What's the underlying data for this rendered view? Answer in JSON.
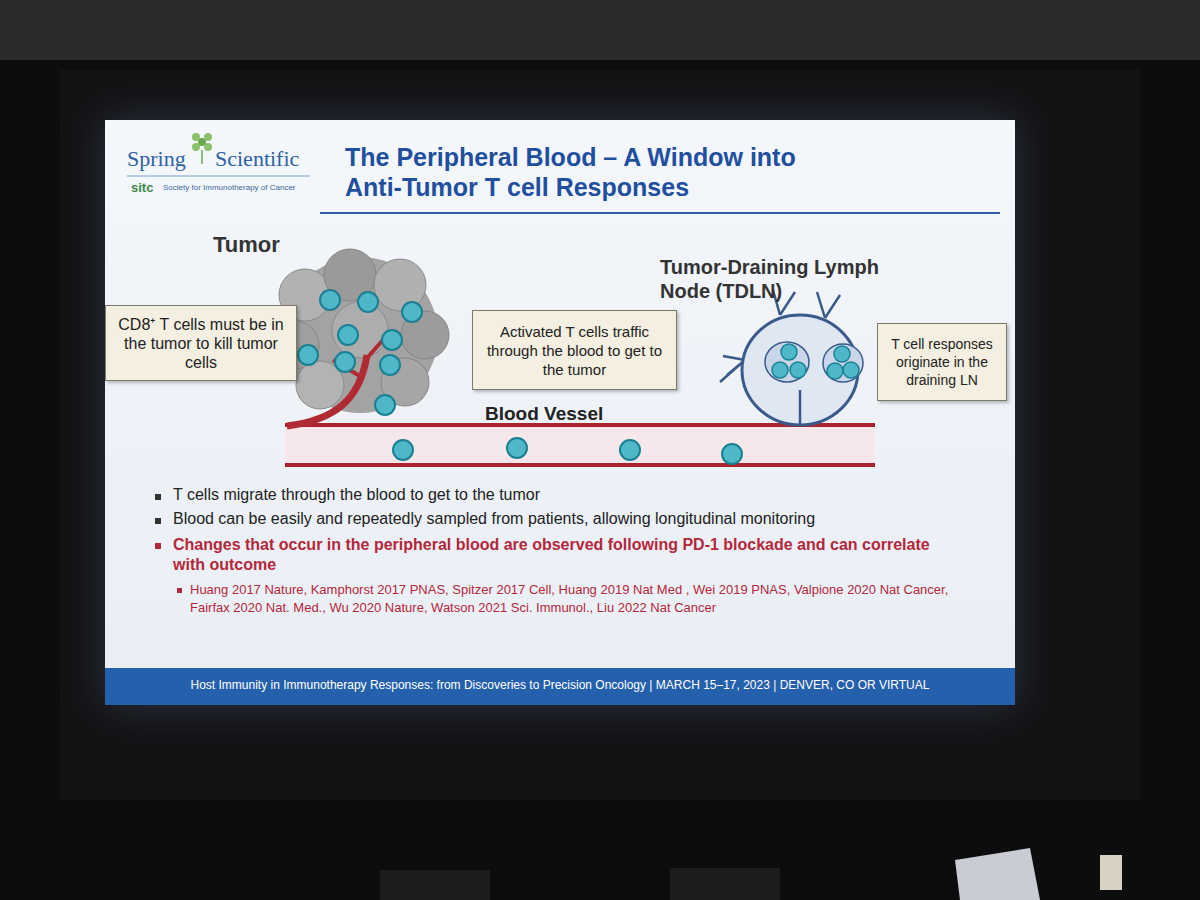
{
  "diagram": {
    "title": "The Peripheral Blood – A Window into Anti-Tumor T cell Responses",
    "nodes": [
      {
        "text": [
          "Tumor"
        ]
      },
      {
        "text": [
          "CD8⁺ T cells must be in the tumor to kill tumor cells"
        ]
      },
      {
        "text": [
          "Activated T cells traffic through the blood to get to the tumor"
        ]
      },
      {
        "text": [
          "Blood Vessel"
        ]
      },
      {
        "text": [
          "Tumor-Draining Lymph Node (TDLN)"
        ]
      },
      {
        "text": [
          "T cell responses originate in the draining LN"
        ]
      }
    ],
    "labels": [
      "Spring",
      "Scientific",
      "sitc",
      "Society for Immunotherapy of Cancer",
      "T cells migrate through the blood to get to the tumor",
      "Blood can be easily and repeatedly sampled from patients, allowing longitudinal monitoring",
      "Changes that occur in the peripheral blood are observed following PD-1 blockade and can correlate with outcome",
      "Huang 2017 Nature, Kamphorst 2017 PNAS, Spitzer 2017 Cell, Huang 2019 Nat Med , Wei 2019 PNAS, Valpione 2020 Nat Cancer, Fairfax 2020 Nat. Med., Wu 2020 Nature, Watson 2021 Sci. Immunol., Liu 2022 Nat Cancer",
      "Host Immunity in Immunotherapy Responses: from Discoveries to Precision Oncology | MARCH 15–17, 2023 | DENVER, CO OR VIRTUAL"
    ]
  }
}
